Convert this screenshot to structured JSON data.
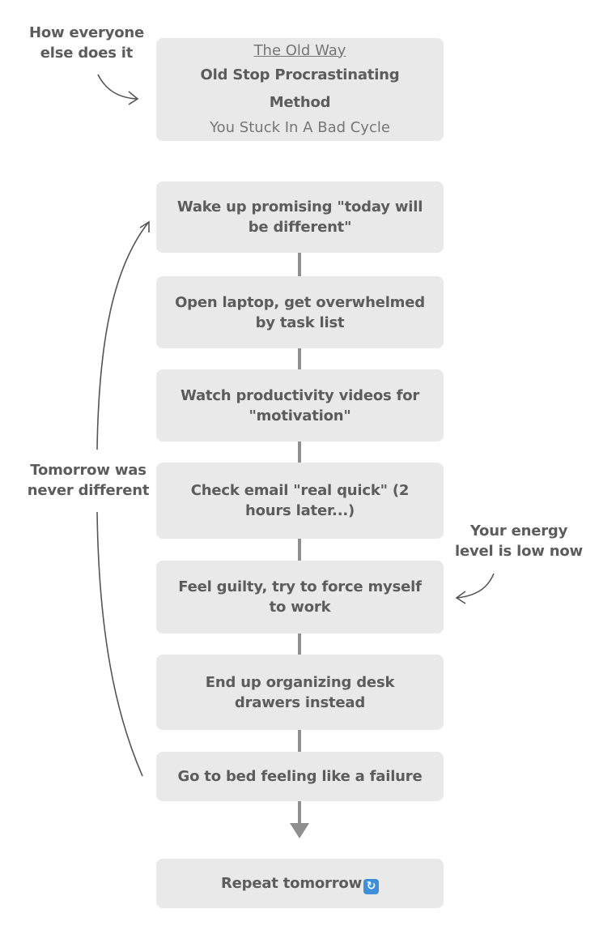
{
  "notes": {
    "top_left": [
      "How everyone",
      "else does it"
    ],
    "middle_left": [
      "Tomorrow was",
      "never different"
    ],
    "right": [
      "Your energy",
      "level is low now"
    ]
  },
  "header": {
    "link": "The Old Way",
    "title": "Old Stop Procrastinating Method",
    "subtitle": "You Stuck In A Bad Cycle"
  },
  "steps": [
    "Wake up promising \"today will be different\"",
    "Open laptop, get overwhelmed by task list",
    "Watch productivity videos for \"motivation\"",
    "Check email \"real quick\" (2 hours later...)",
    "Feel guilty, try to force myself to work",
    "End up organizing desk drawers instead",
    "Go to bed feeling like a failure"
  ],
  "final": {
    "label": "Repeat tomorrow",
    "icon": "repeat-icon",
    "icon_glyph": "↻"
  },
  "colors": {
    "box": "#e9e9e9",
    "connector": "#8f8f8f",
    "text": "#5c5c5c",
    "icon": "#3e8fd9"
  }
}
